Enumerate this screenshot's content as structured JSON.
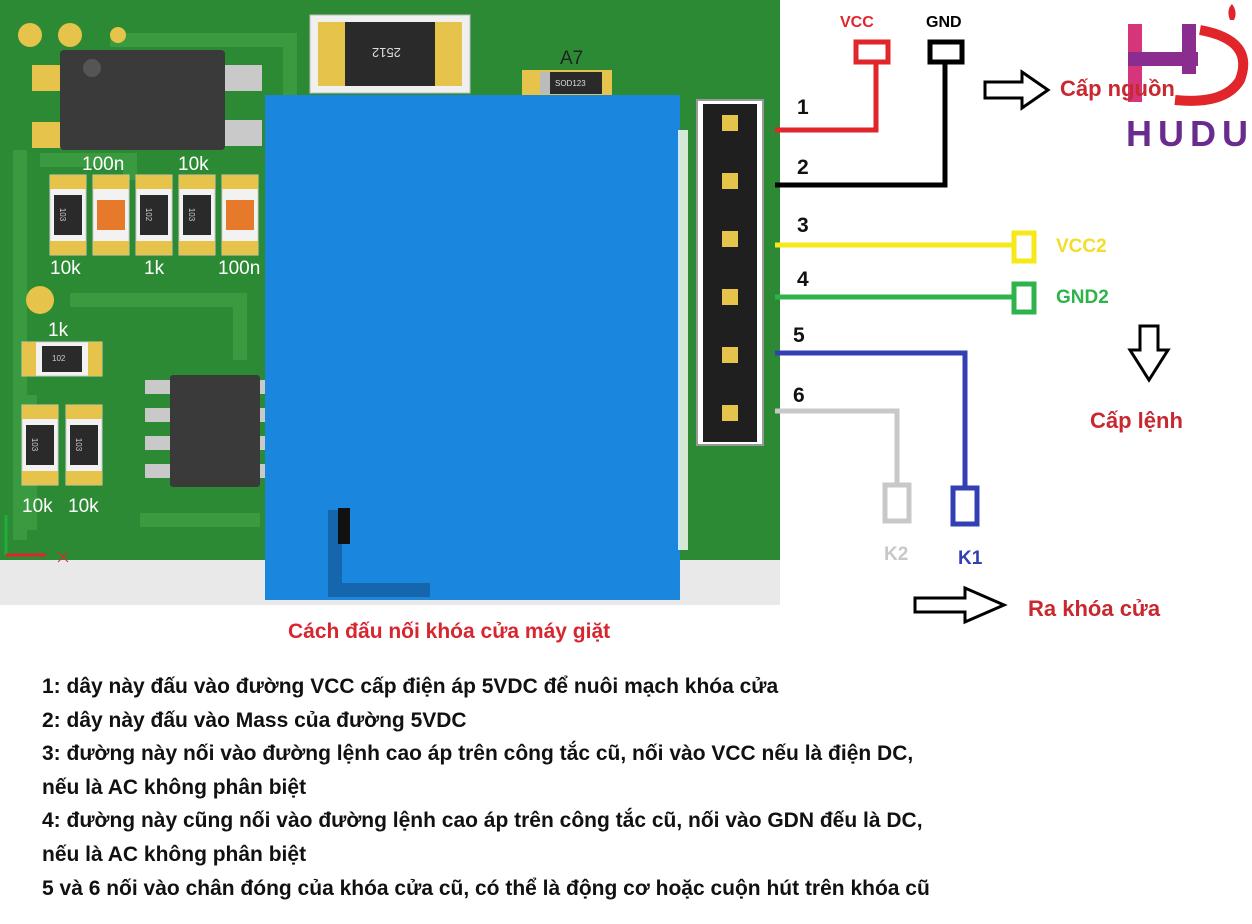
{
  "board": {
    "component_labels": {
      "chip_top": "2512",
      "diode": "A7",
      "diode_code": "SOD123",
      "cap_100n_top": "100n",
      "res_10k_top": "10k",
      "res_10k_left": "10k",
      "res_1k_mid": "1k",
      "cap_100n_right": "100n",
      "res_1k_left": "1k",
      "res_10k_bottom_a": "10k",
      "res_10k_bottom_b": "10k"
    },
    "smd_marks": {
      "r_a": "103",
      "r_b": "102",
      "r_c": "103",
      "r_d": "103",
      "r_e": "103",
      "r_f": "102"
    }
  },
  "pins": [
    "1",
    "2",
    "3",
    "4",
    "5",
    "6"
  ],
  "wire_labels": {
    "vcc": "VCC",
    "gnd": "GND",
    "vcc2": "VCC2",
    "gnd2": "GND2",
    "k2": "K2",
    "k1": "K1"
  },
  "notes": {
    "power": "Cấp nguồn",
    "command": "Cấp lệnh",
    "to_lock": "Ra khóa cửa"
  },
  "logo": {
    "text": "HUDU"
  },
  "caption": "Cách đấu nối khóa cửa máy giặt",
  "explanations": [
    "1: dây này đấu vào đường VCC cấp điện áp 5VDC để nuôi mạch khóa cửa",
    "2: dây này đấu vào Mass của đường 5VDC",
    "3: đường này nối vào đường lệnh cao áp trên công tắc cũ, nối vào VCC nếu là điện DC,",
    "nếu là AC không phân biệt",
    "4: đường này cũng nối vào đường lệnh cao áp trên công tắc cũ, nối vào GDN đếu là DC,",
    "nếu là AC không phân biệt",
    "5 và 6 nối vào chân đóng của khóa cửa cũ, có thể là động cơ hoặc cuộn hút trên khóa cũ"
  ],
  "colors": {
    "pcb": "#2d8a34",
    "relay": "#1b86dd",
    "wire_vcc": "#e0262b",
    "wire_gnd": "#000000",
    "wire_vcc2": "#f7e81a",
    "wire_gnd2": "#2db34a",
    "wire_k1": "#3340b3",
    "wire_k2": "#c8c8c8",
    "note": "#c8282f",
    "logo": "#6a2b8e"
  }
}
